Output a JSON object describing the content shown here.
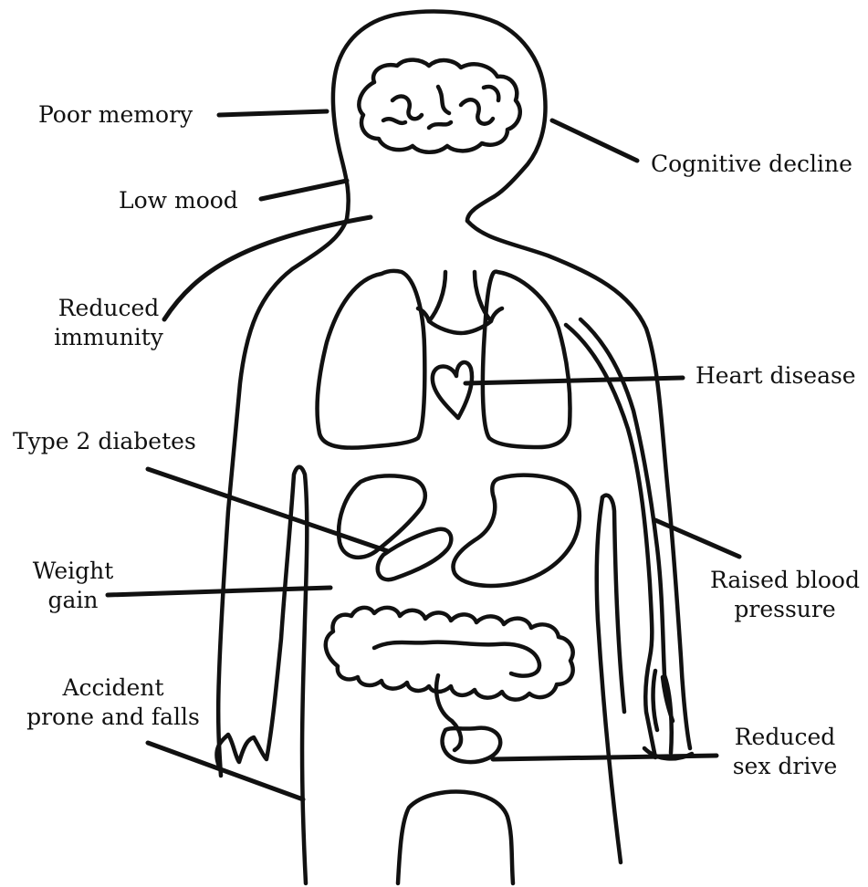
{
  "labels": {
    "poor_memory": "Poor memory",
    "low_mood": "Low mood",
    "reduced_immunity": [
      "Reduced",
      "immunity"
    ],
    "cognitive_decline": "Cognitive decline",
    "heart_disease": "Heart disease",
    "type2_diabetes": "Type 2 diabetes",
    "weight_gain": [
      "Weight",
      "gain"
    ],
    "raised_blood_pressure": [
      "Raised blood",
      "pressure"
    ],
    "accident_prone": [
      "Accident",
      "prone and falls"
    ],
    "reduced_sex_drive": [
      "Reduced",
      "sex drive"
    ]
  },
  "colors": {
    "ink": "#111111",
    "background": "#ffffff"
  }
}
